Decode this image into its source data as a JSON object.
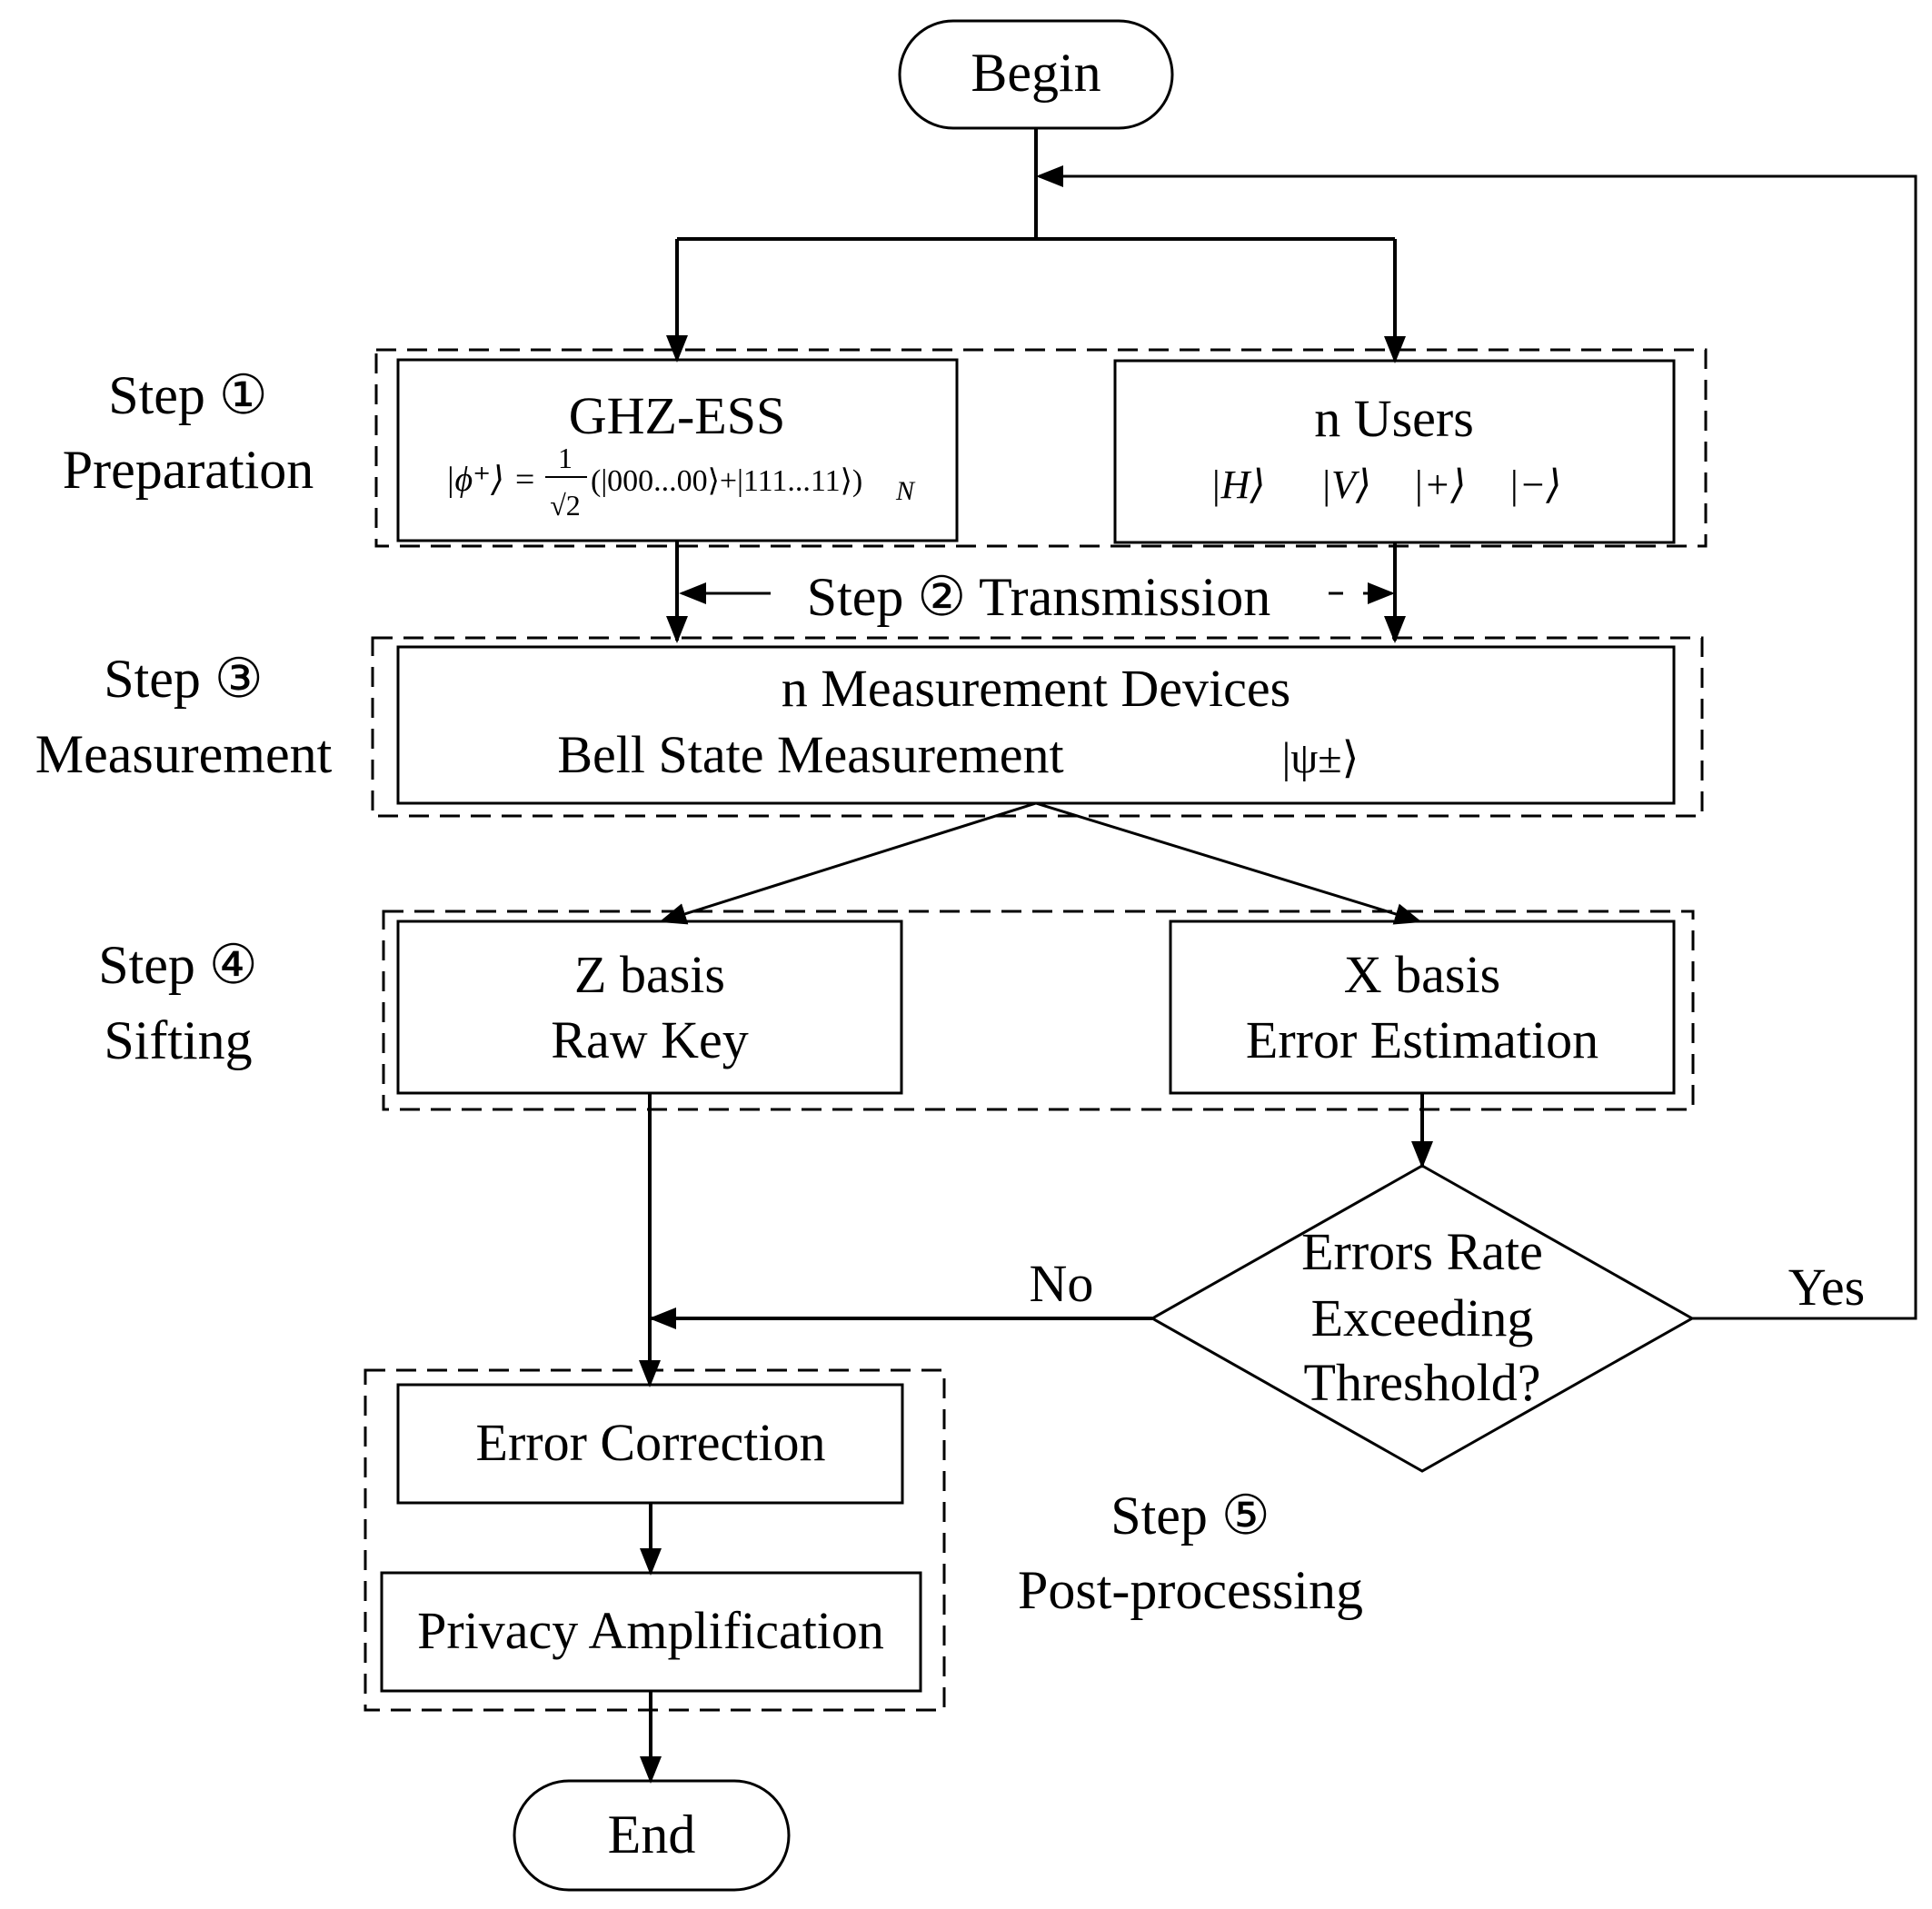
{
  "terminals": {
    "begin": "Begin",
    "end": "End"
  },
  "steps": {
    "step1": {
      "title": "Step ①",
      "name": "Preparation"
    },
    "step2": {
      "label": "Step ② Transmission"
    },
    "step3": {
      "title": "Step ③",
      "name": "Measurement"
    },
    "step4": {
      "title": "Step ④",
      "name": "Sifting"
    },
    "step5": {
      "title": "Step ⑤",
      "name": "Post-processing"
    }
  },
  "boxes": {
    "ghz": {
      "title": "GHZ-ESS",
      "formula_lhs": "|ϕ⁺⟩ =",
      "formula_num": "1",
      "formula_den": "√2",
      "formula_rhs": "(|000...00⟩+|111...11⟩)",
      "formula_sub": "N"
    },
    "users": {
      "title": "n Users",
      "states": [
        "|H⟩",
        "|V⟩",
        "|+⟩",
        "|−⟩"
      ]
    },
    "measurement": {
      "title": "n Measurement Devices",
      "method": "Bell State Measurement",
      "state": "|ψ±⟩"
    },
    "zbasis": {
      "line1": "Z basis",
      "line2": "Raw Key"
    },
    "xbasis": {
      "line1": "X basis",
      "line2": "Error Estimation"
    },
    "error_correction": "Error Correction",
    "privacy_amplification": "Privacy Amplification"
  },
  "decision": {
    "line1": "Errors Rate",
    "line2": "Exceeding",
    "line3": "Threshold?",
    "no": "No",
    "yes": "Yes"
  }
}
